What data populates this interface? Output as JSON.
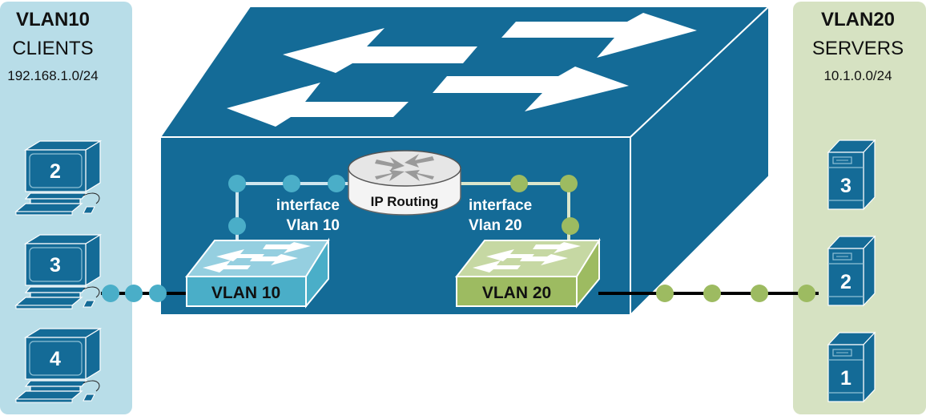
{
  "left_panel": {
    "title": "VLAN10",
    "subtitle": "CLIENTS",
    "network": "192.168.1.0/24",
    "devices": [
      {
        "type": "pc",
        "label": "2"
      },
      {
        "type": "pc",
        "label": "3"
      },
      {
        "type": "pc",
        "label": "4"
      }
    ]
  },
  "right_panel": {
    "title": "VLAN20",
    "subtitle": "SERVERS",
    "network": "10.1.0.0/24",
    "devices": [
      {
        "type": "server",
        "label": "3"
      },
      {
        "type": "server",
        "label": "2"
      },
      {
        "type": "server",
        "label": "1"
      }
    ]
  },
  "layer3_switch": {
    "router": {
      "label": "IP Routing"
    },
    "interfaces": [
      {
        "line1": "interface",
        "line2": "Vlan 10"
      },
      {
        "line1": "interface",
        "line2": "Vlan 20"
      }
    ],
    "vlan_switches": [
      {
        "label": "VLAN 10"
      },
      {
        "label": "VLAN 20"
      }
    ]
  },
  "colors": {
    "switch_blue": "#146b97",
    "vlan10_light": "#b8dde8",
    "vlan10_accent": "#4aaec8",
    "vlan20_light": "#d6e2c2",
    "vlan20_accent": "#9dbb61"
  }
}
